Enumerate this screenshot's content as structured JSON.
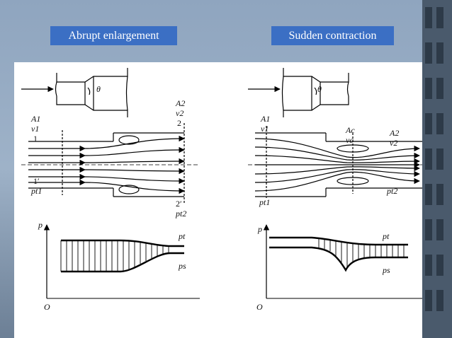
{
  "titles": {
    "left": "Abrupt enlargement",
    "right": "Sudden contraction"
  },
  "left_diagram": {
    "angle": "θ",
    "A1": "A1",
    "v1": "v1",
    "n1": "1",
    "n1p": "1′",
    "pt1": "pt1",
    "A2": "A2",
    "v2": "v2",
    "n2": "2",
    "n2p": "2′",
    "pt2": "pt2",
    "plot": {
      "p": "p",
      "origin": "O",
      "pt": "pt",
      "ps": "ps"
    }
  },
  "right_diagram": {
    "angle": "θ",
    "A1": "A1",
    "v1": "v1",
    "Ac": "Ac",
    "vc": "vc",
    "A2": "A2",
    "v2": "v2",
    "pt1": "pt1",
    "pt2": "pt2",
    "plot": {
      "p": "p",
      "origin": "O",
      "pt": "pt",
      "ps": "ps"
    }
  },
  "colors": {
    "title_bg": "#3b6fc4",
    "sky_top": "#8fa5bf",
    "sky_bottom": "#6c7f95"
  }
}
